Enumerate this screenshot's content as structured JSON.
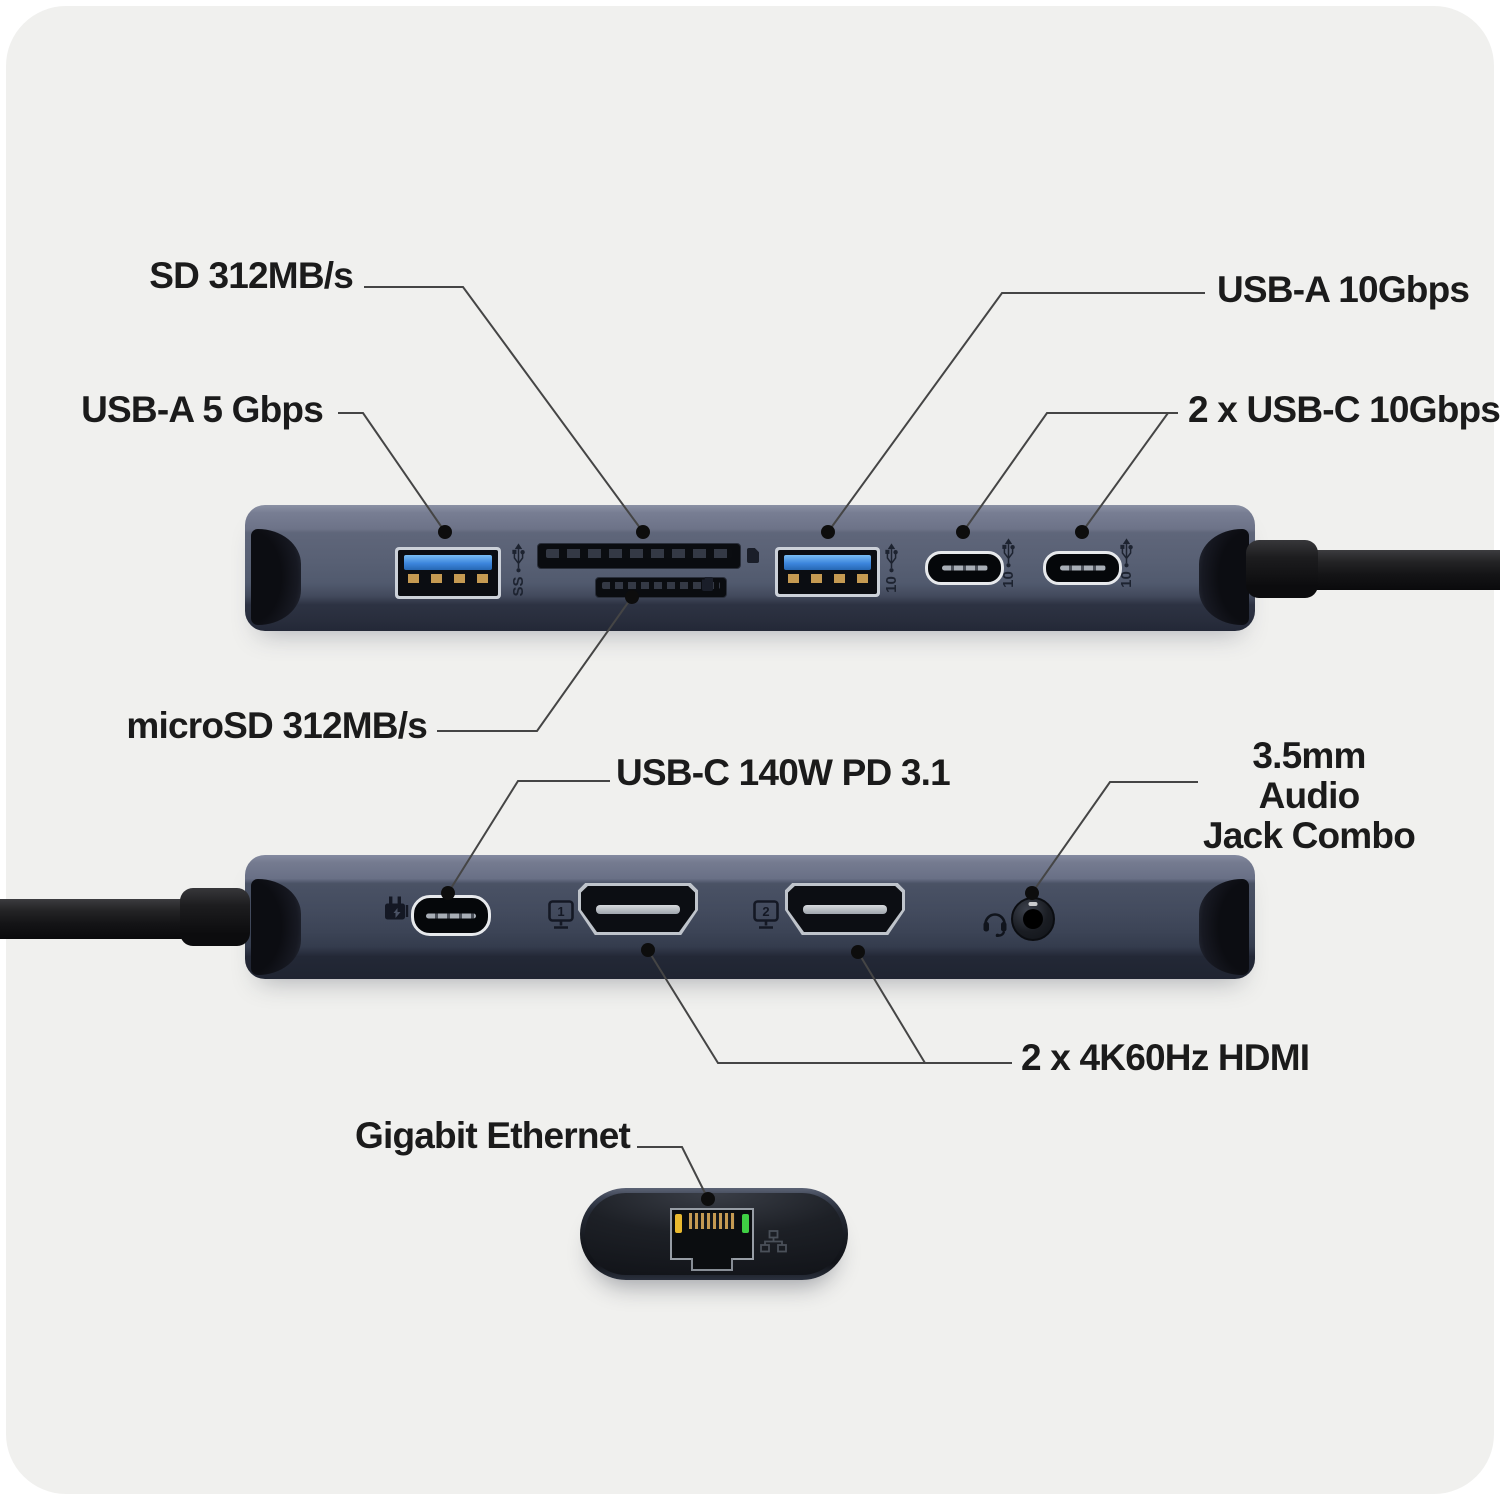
{
  "theme": {
    "canvas": "#f0f0ee",
    "text": "#1b1b1b",
    "line": "#454545",
    "usb-blue": "#3d86dd",
    "pin-gold": "#c59a52",
    "led-yellow": "#e9b92f",
    "led-green": "#3fcf44"
  },
  "product": {
    "labels": {
      "sd": "SD 312MB/s",
      "usb_a_5": "USB-A 5 Gbps",
      "usb_a_10": "USB-A 10Gbps",
      "usb_c_2x": "2 x USB-C 10Gbps",
      "micro_sd": "microSD 312MB/s",
      "usb_c_pd": "USB-C 140W PD 3.1",
      "audio_line1": "3.5mm Audio",
      "audio_line2": "Jack Combo",
      "hdmi": "2 x 4K60Hz HDMI",
      "ethernet": "Gigabit Ethernet"
    },
    "port_markings": {
      "superspeed": "SS",
      "speed_10": "10",
      "display_1": "1",
      "display_2": "2"
    },
    "icons": [
      "usb-trident-icon",
      "sd-card-icon",
      "micro-sd-card-icon",
      "power-plug-icon",
      "display-1-icon",
      "display-2-icon",
      "headset-icon",
      "ethernet-network-icon"
    ]
  }
}
